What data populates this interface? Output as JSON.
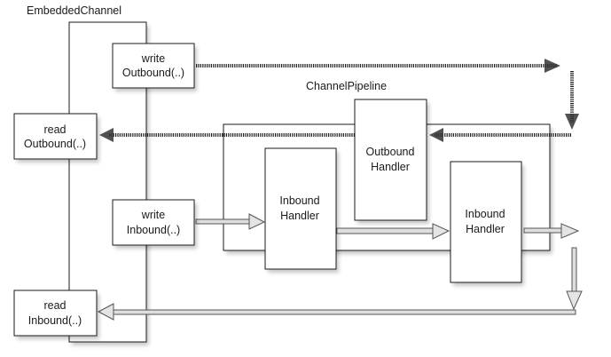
{
  "diagram": {
    "embedded_channel": {
      "title": "EmbeddedChannel",
      "methods": {
        "write_outbound": {
          "line1": "write",
          "line2": "Outbound(..)"
        },
        "read_outbound": {
          "line1": "read",
          "line2": "Outbound(..)"
        },
        "write_inbound": {
          "line1": "write",
          "line2": "Inbound(..)"
        },
        "read_inbound": {
          "line1": "read",
          "line2": "Inbound(..)"
        }
      }
    },
    "channel_pipeline": {
      "title": "ChannelPipeline",
      "handlers": [
        {
          "line1": "Inbound",
          "line2": "Handler"
        },
        {
          "line1": "Outbound",
          "line2": "Handler"
        },
        {
          "line1": "Inbound",
          "line2": "Handler"
        }
      ]
    },
    "flows": [
      {
        "from": "write Outbound(..)",
        "to": "Outbound Handler",
        "style": "hatched"
      },
      {
        "from": "Outbound Handler",
        "to": "read Outbound(..)",
        "style": "hatched"
      },
      {
        "from": "write Inbound(..)",
        "to": "Inbound Handler",
        "style": "solid"
      },
      {
        "from": "Inbound Handler",
        "to": "Inbound Handler",
        "style": "solid"
      },
      {
        "from": "Inbound Handler",
        "to": "read Inbound(..)",
        "style": "solid"
      }
    ]
  }
}
